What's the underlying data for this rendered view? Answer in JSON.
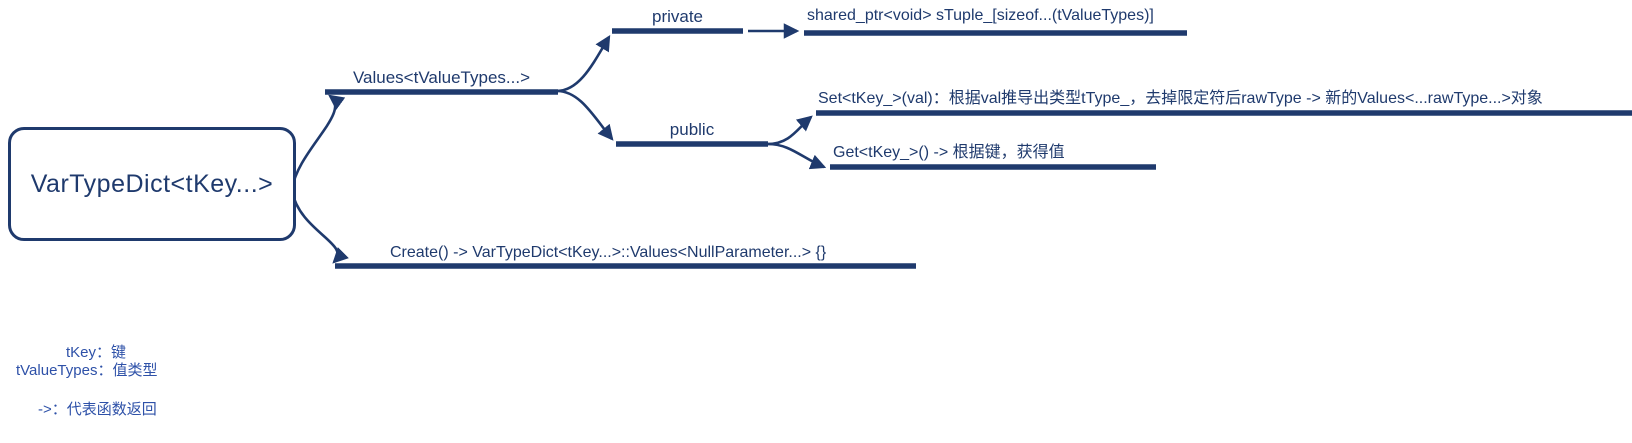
{
  "colors": {
    "line": "#1f3a6d",
    "legend_text": "#2e51a8",
    "background": "#ffffff"
  },
  "root": {
    "label": "VarTypeDict<tKey...>"
  },
  "nodes": {
    "values": {
      "label": "Values<tValueTypes...>"
    },
    "private": {
      "label": "private"
    },
    "shared_ptr": {
      "label": "shared_ptr<void> sTuple_[sizeof...(tValueTypes)]"
    },
    "public": {
      "label": "public"
    },
    "set": {
      "label": "Set<tKey_>(val)：根据val推导出类型tType_，去掉限定符后rawType -> 新的Values<...rawType...>对象"
    },
    "get": {
      "label": "Get<tKey_>() -> 根据键，获得值"
    },
    "create": {
      "label": "Create() -> VarTypeDict<tKey...>::Values<NullParameter...> {}"
    }
  },
  "legend": {
    "tkey": "tKey：键",
    "tvaluetypes": "tValueTypes：值类型",
    "arrow": "->：代表函数返回"
  }
}
